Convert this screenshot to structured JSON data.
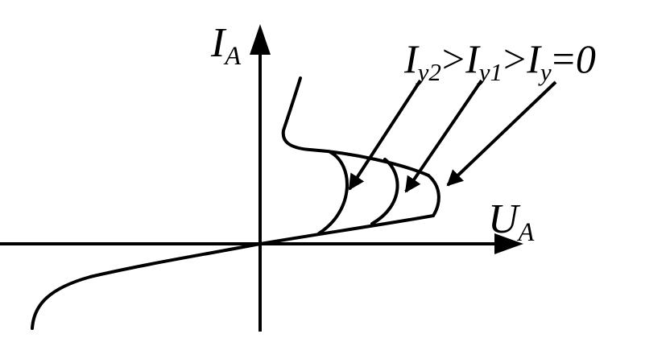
{
  "axes": {
    "y": {
      "main": "I",
      "sub": "A"
    },
    "x": {
      "main": "U",
      "sub": "A"
    }
  },
  "condition": {
    "t1": {
      "main": "I",
      "sub": "y2"
    },
    "op1": ">",
    "t2": {
      "main": "I",
      "sub": "y1"
    },
    "op2": ">",
    "t3": {
      "main": "I",
      "sub": "y"
    },
    "op3": "=",
    "value": "0"
  },
  "colors": {
    "ink": "#000000",
    "background": "#ffffff"
  }
}
